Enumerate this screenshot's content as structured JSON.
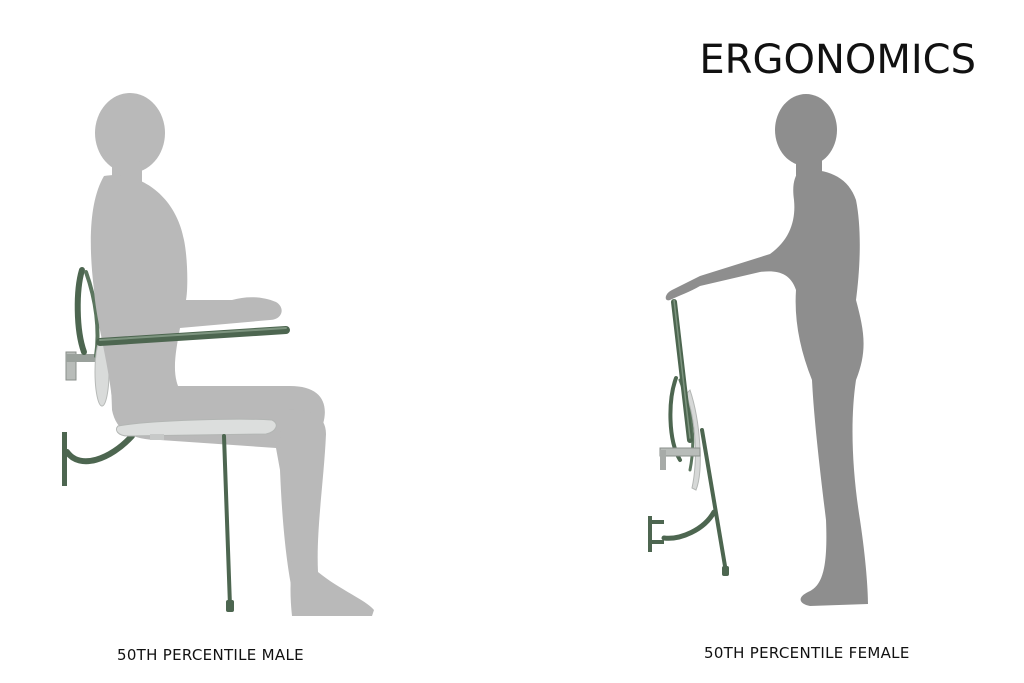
{
  "title": "ERGONOMICS",
  "figures": [
    {
      "caption": "50TH PERCENTILE MALE",
      "pose": "seated"
    },
    {
      "caption": "50TH PERCENTILE FEMALE",
      "pose": "standing"
    }
  ],
  "colors": {
    "male_silhouette": "#b9b9b9",
    "female_silhouette": "#8e8e8e",
    "chair_frame": "#4d6650",
    "chair_shell": "#d6d8d7"
  }
}
